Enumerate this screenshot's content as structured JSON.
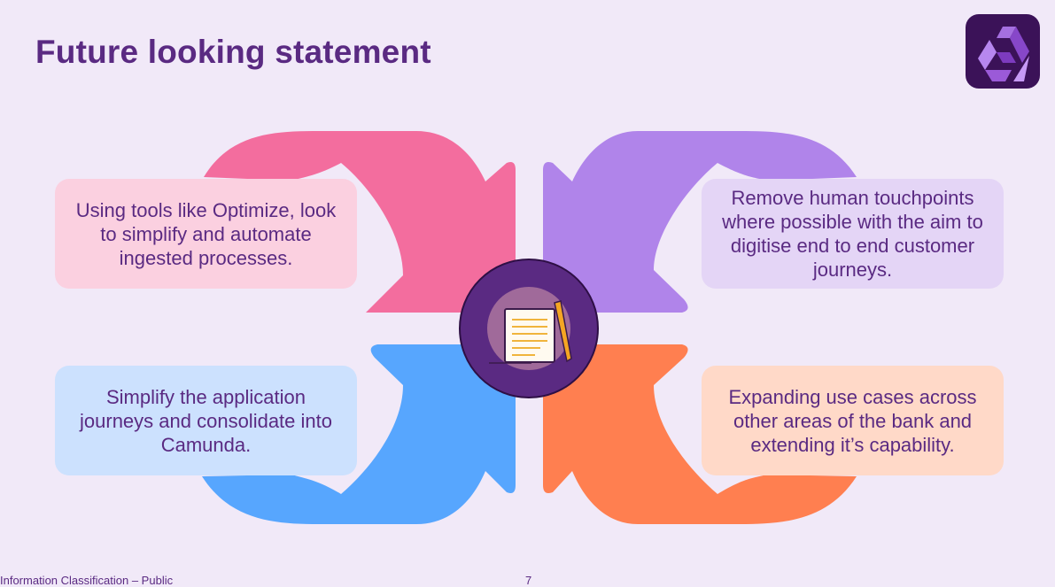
{
  "title": "Future looking statement",
  "cards": {
    "top_left": "Using tools like Optimize, look to simplify and automate ingested processes.",
    "top_right": "Remove human touchpoints where possible with the aim to digitise end to end customer journeys.",
    "bottom_left": "Simplify the application journeys and consolidate into Camunda.",
    "bottom_right": "Expanding use cases across other areas of the bank and extending it’s capability."
  },
  "footer": {
    "classification": "Information Classification – Public",
    "page_number": "7"
  },
  "icons": {
    "logo": "bank-logo-icon",
    "center": "document-pen-icon"
  },
  "colors": {
    "title": "#5a2a82",
    "background": "#f1e9f8",
    "arrow_top_left": "#f36d9e",
    "arrow_top_right": "#b084ea",
    "arrow_bottom_left": "#57a6fe",
    "arrow_bottom_right": "#ff7f50",
    "center_circle": "#5a2a82"
  }
}
